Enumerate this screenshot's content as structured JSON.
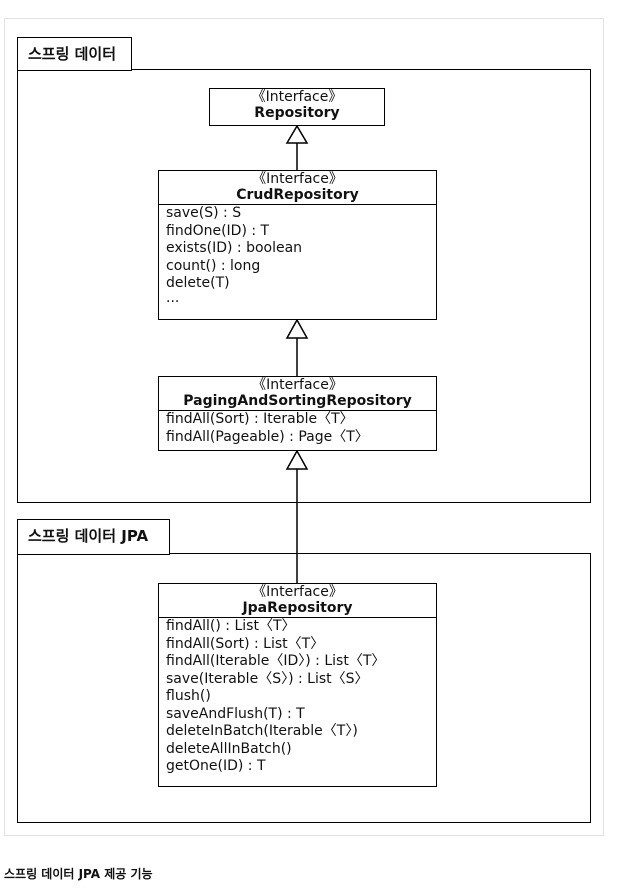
{
  "packages": {
    "spring_data": "스프링 데이터",
    "spring_data_jpa": "스프링 데이터 JPA"
  },
  "classes": {
    "repository": {
      "stereotype": "《Interface》",
      "name": "Repository",
      "operations": []
    },
    "crud": {
      "stereotype": "《Interface》",
      "name": "CrudRepository",
      "operations": [
        "save(S) : S",
        "findOne(ID) : T",
        "exists(ID) : boolean",
        "count() : long",
        "delete(T)",
        "..."
      ]
    },
    "paging": {
      "stereotype": "《Interface》",
      "name": "PagingAndSortingRepository",
      "operations": [
        "findAll(Sort) : Iterable〈T〉",
        "findAll(Pageable) : Page〈T〉"
      ]
    },
    "jpa": {
      "stereotype": "《Interface》",
      "name": "JpaRepository",
      "operations": [
        "findAll() : List〈T〉",
        "findAll(Sort) : List〈T〉",
        "findAll(Iterable〈ID〉) : List〈T〉",
        "save(Iterable〈S〉) : List〈S〉",
        "flush()",
        "saveAndFlush(T) : T",
        "deleteInBatch(Iterable〈T〉)",
        "deleteAllInBatch()",
        "getOne(ID) : T"
      ]
    }
  },
  "caption": "스프링 데이터 JPA 제공 기능"
}
